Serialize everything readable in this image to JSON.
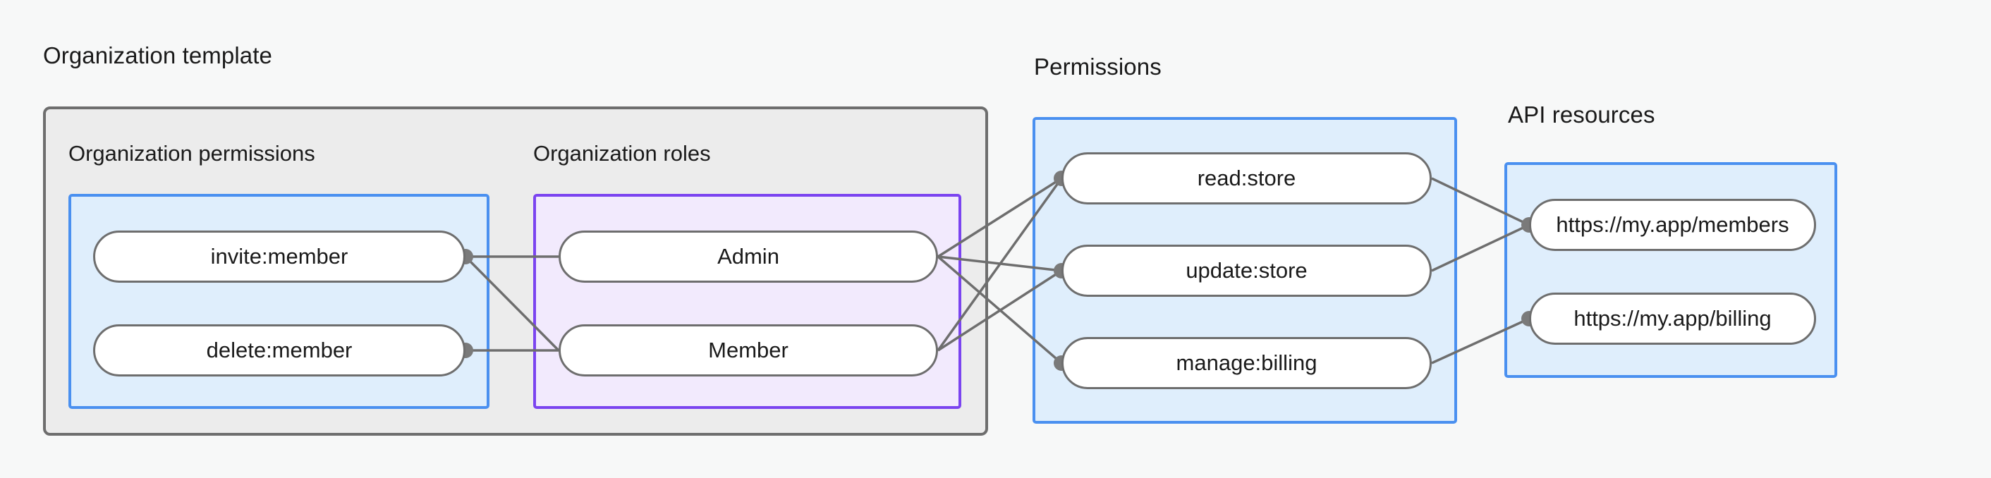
{
  "diagram": {
    "title_org_template": "Organization template",
    "title_permissions": "Permissions",
    "title_api_resources": "API resources",
    "subtitle_org_permissions": "Organization permissions",
    "subtitle_org_roles": "Organization roles",
    "org_permissions": [
      {
        "label": "invite:member"
      },
      {
        "label": "delete:member"
      }
    ],
    "org_roles": [
      {
        "label": "Admin"
      },
      {
        "label": "Member"
      }
    ],
    "permissions": [
      {
        "label": "read:store"
      },
      {
        "label": "update:store"
      },
      {
        "label": "manage:billing"
      }
    ],
    "api_resources": [
      {
        "label": "https://my.app/members"
      },
      {
        "label": "https://my.app/billing"
      }
    ],
    "connections": [
      {
        "from": "invite:member",
        "to": "Admin"
      },
      {
        "from": "invite:member",
        "to": "Member"
      },
      {
        "from": "delete:member",
        "to": "Member"
      },
      {
        "from": "Admin",
        "to": "read:store"
      },
      {
        "from": "Admin",
        "to": "update:store"
      },
      {
        "from": "Admin",
        "to": "manage:billing"
      },
      {
        "from": "Member",
        "to": "read:store"
      },
      {
        "from": "Member",
        "to": "update:store"
      },
      {
        "from": "read:store",
        "to": "https://my.app/members"
      },
      {
        "from": "update:store",
        "to": "https://my.app/members"
      },
      {
        "from": "manage:billing",
        "to": "https://my.app/billing"
      }
    ],
    "colors": {
      "canvas_background": "#f7f8f8",
      "group_fill": "#ececec",
      "group_border": "#6e6e6e",
      "blue_fill": "#dfeefc",
      "blue_border": "#4a90f0",
      "purple_fill": "#f2eafd",
      "purple_border": "#7b44f0",
      "node_fill": "#ffffff",
      "node_border": "#6e6e6e",
      "edge": "#6e6e6e",
      "text": "#1a1a1a"
    }
  }
}
